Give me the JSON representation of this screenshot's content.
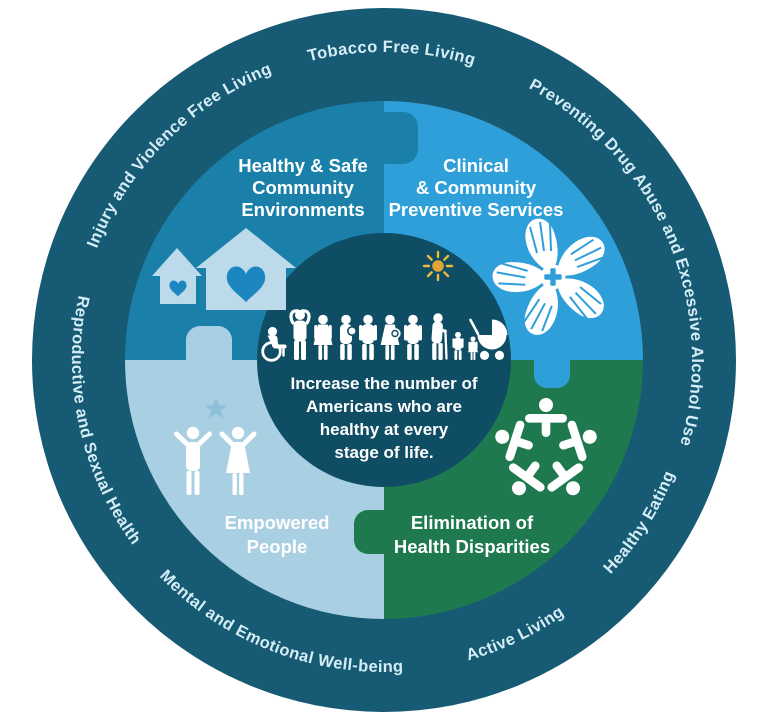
{
  "center": {
    "goal_lines": [
      "Increase the number of",
      "Americans who are",
      "healthy at every",
      "stage of life."
    ],
    "icon": "family-lifespan-icon",
    "color": "#0E4D63"
  },
  "quadrants": {
    "top_left": {
      "lines": [
        "Healthy & Safe",
        "Community",
        "Environments"
      ],
      "color": "#1A80AA",
      "icon": "houses-with-hearts-icon"
    },
    "top_right": {
      "lines": [
        "Clinical",
        "& Community",
        "Preventive Services"
      ],
      "color": "#2F9FD9",
      "icon": "hands-flower-cross-icon"
    },
    "bottom_left": {
      "lines": [
        "Empowered",
        "People"
      ],
      "color": "#A9CFE3",
      "icon": "people-celebrating-star-icon"
    },
    "bottom_right": {
      "lines": [
        "Elimination of",
        "Health Disparities"
      ],
      "color": "#1E7A4E",
      "icon": "people-circle-icon"
    }
  },
  "ring": {
    "color": "#165B73",
    "text_color": "#D5EDF6",
    "labels": {
      "injury": "Injury and Violence Free Living",
      "tobacco": "Tobacco Free Living",
      "drug_alcohol": "Preventing Drug Abuse and Excessive Alcohol Use",
      "healthy_eating": "Healthy Eating",
      "active_living": "Active Living",
      "mental": "Mental and Emotional Well-being",
      "reproductive": "Reproductive and Sexual Health"
    }
  },
  "colors": {
    "ring": "#165B73",
    "center_circle": "#0E4D63",
    "quadrant_top_left": "#1A80AA",
    "quadrant_top_right": "#2F9FD9",
    "quadrant_bottom_left": "#A9CFE3",
    "quadrant_bottom_right": "#1E7A4E",
    "ring_text": "#D5EDF6",
    "label_text": "#FFFFFF",
    "house_fill": "#BCDAEA",
    "heart": "#1C86C0",
    "sun_rays": "#EDBA3D",
    "sun_core": "#E0A437",
    "star": "#8FC0DA",
    "figure_white": "#FFFFFF"
  }
}
